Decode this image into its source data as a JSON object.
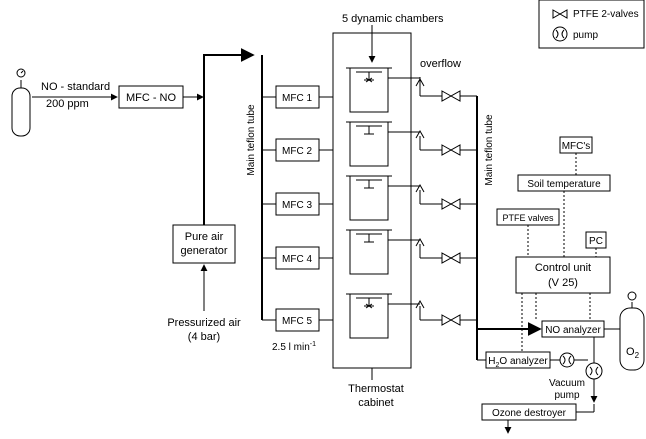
{
  "legend": {
    "valves_label": "PTFE 2-valves",
    "pump_label": "pump"
  },
  "labels": {
    "no_standard": "NO - standard",
    "no_ppm": "200 ppm",
    "mfc_no": "MFC - NO",
    "dynamic_chambers": "5 dynamic chambers",
    "overflow": "overflow",
    "main_teflon_tube_left": "Main teflon tube",
    "main_teflon_tube_right": "Main teflon tube",
    "pure_air_line1": "Pure air",
    "pure_air_line2": "generator",
    "pressurized_line1": "Pressurized air",
    "pressurized_line2": "(4 bar)",
    "flow_rate": "2.5 l min",
    "flow_rate_exp": "-1",
    "thermostat_line1": "Thermostat",
    "thermostat_line2": "cabinet",
    "mfcs": "MFC's",
    "soil_temperature": "Soil temperature",
    "ptfe_valves": "PTFE valves",
    "pc": "PC",
    "control_line1": "Control unit",
    "control_line2": "(V 25)",
    "no_analyzer": "NO analyzer",
    "h2o_analyzer_pre": "H",
    "h2o_analyzer_sub": "2",
    "h2o_analyzer_post": "O analyzer",
    "vacuum_line1": "Vacuum",
    "vacuum_line2": "pump",
    "ozone_destroyer": "Ozone destroyer",
    "o2_main": "O",
    "o2_sub": "2"
  },
  "mfc_channels": [
    "MFC 1",
    "MFC 2",
    "MFC 3",
    "MFC 4",
    "MFC 5"
  ]
}
